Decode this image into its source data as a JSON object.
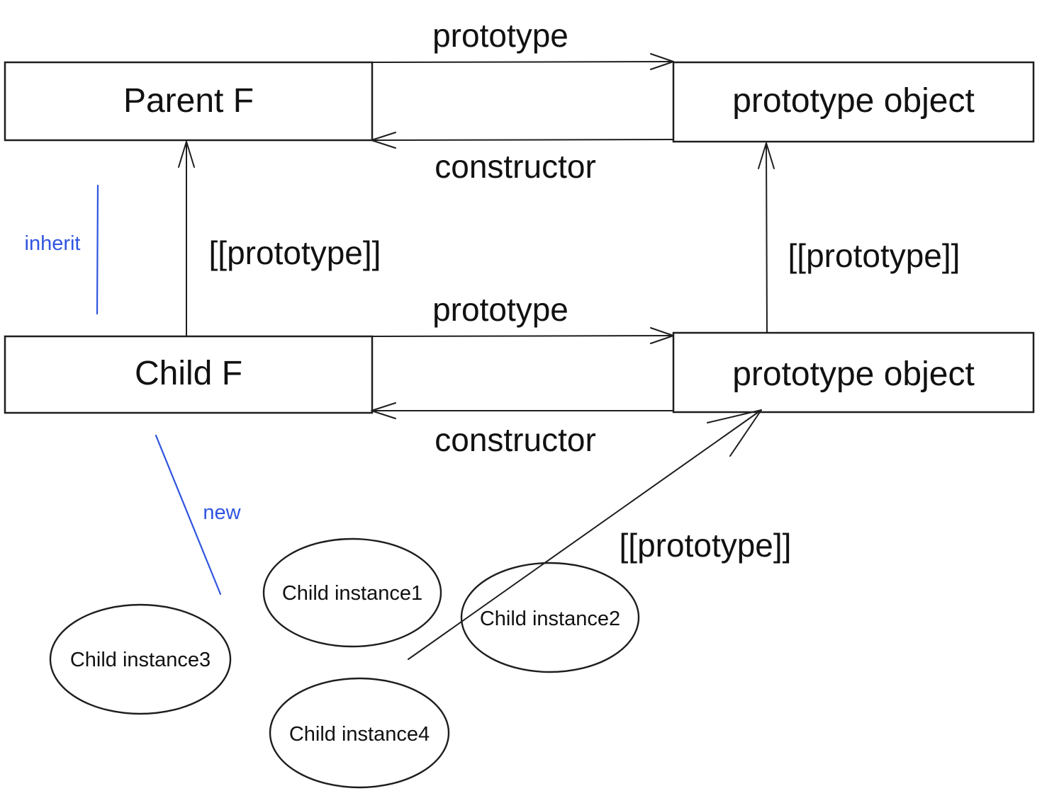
{
  "colors": {
    "ink": "#1e1e1e",
    "accent": "#2f55e0",
    "background": "#ffffff"
  },
  "boxes": {
    "parent_f": "Parent F",
    "parent_prototype_object": "prototype object",
    "child_f": "Child F",
    "child_prototype_object": "prototype object"
  },
  "labels": {
    "top_prototype": "prototype",
    "top_constructor": "constructor",
    "mid_prototype": "prototype",
    "mid_constructor": "constructor",
    "left_proto_link": "[[prototype]]",
    "right_proto_link": "[[prototype]]",
    "instance_proto_link": "[[prototype]]",
    "inherit": "inherit",
    "new": "new"
  },
  "instances": {
    "instance1": "Child instance1",
    "instance2": "Child instance2",
    "instance3": "Child instance3",
    "instance4": "Child instance4"
  }
}
